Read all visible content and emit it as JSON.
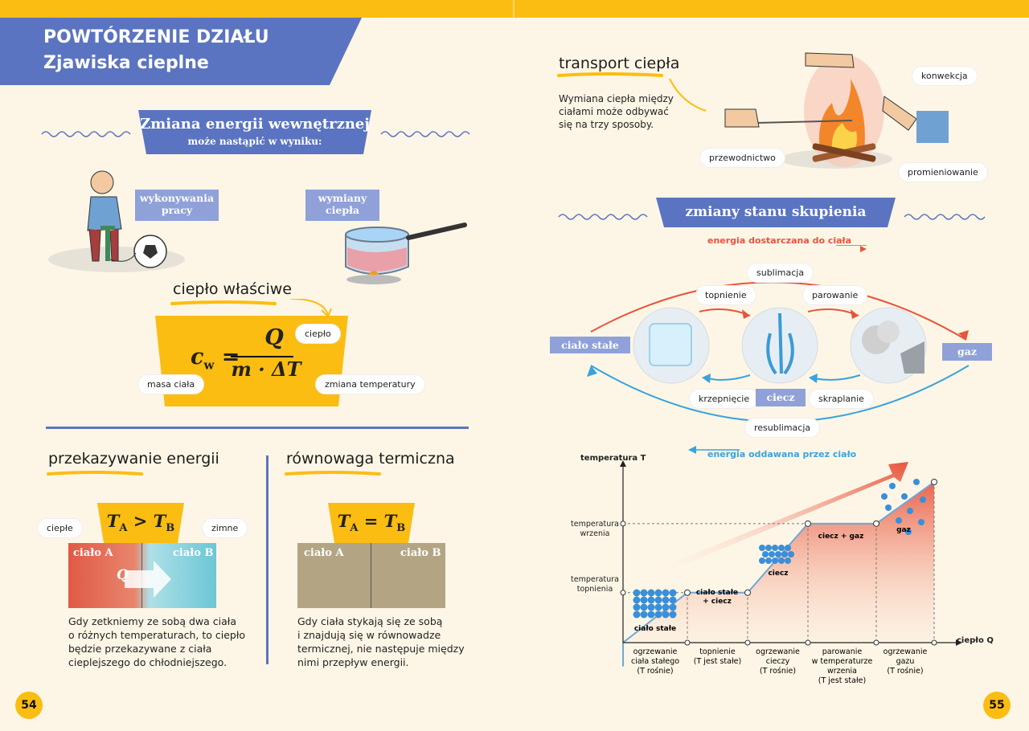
{
  "header": {
    "title_line1": "POWTÓRZENIE DZIAŁU",
    "title_line2": "Zjawiska cieplne"
  },
  "left": {
    "banner1": {
      "title": "Zmiana energii wewnętrznej",
      "subtitle": "może nastąpić w wyniku:"
    },
    "tag_work": "wykonywania pracy",
    "tag_heat": "wymiany ciepła",
    "specific_heat": {
      "heading": "ciepło właściwe",
      "lhs": "c",
      "lhs_sub": "w",
      "numerator": "Q",
      "denominator": "m · ΔT",
      "label_heat": "ciepło",
      "label_mass": "masa ciała",
      "label_temp": "zmiana temperatury"
    },
    "transfer": {
      "heading": "przekazywanie energii",
      "formula_a": "T",
      "formula_a_sub": "A",
      "formula_op": ">",
      "formula_b": "T",
      "formula_b_sub": "B",
      "label_warm": "ciepłe",
      "label_cold": "zimne",
      "body_a": "ciało A",
      "body_b": "ciało B",
      "q": "Q",
      "text": [
        "Gdy zetkniemy ze sobą dwa ciała",
        "o różnych temperaturach, to ciepło",
        "będzie przekazywane z ciała",
        "cieplejszego do chłodniejszego."
      ]
    },
    "equilibrium": {
      "heading": "równowaga termiczna",
      "formula_a": "T",
      "formula_a_sub": "A",
      "formula_op": "=",
      "formula_b": "T",
      "formula_b_sub": "B",
      "body_a": "ciało A",
      "body_b": "ciało B",
      "text": [
        "Gdy ciała stykają się ze sobą",
        "i znajdują się w równowadze",
        "termicznej, nie następuje między",
        "nimi przepływ energii."
      ]
    },
    "page_number": "54"
  },
  "right": {
    "transport": {
      "heading": "transport ciepła",
      "text": [
        "Wymiana ciepła między",
        "ciałami może odbywać",
        "się na trzy sposoby."
      ],
      "convection": "konwekcja",
      "conduction": "przewodnictwo",
      "radiation": "promieniowanie"
    },
    "states": {
      "banner": "zmiany stanu skupienia",
      "energy_in": "energia dostarczana do ciała",
      "energy_out": "energia oddawana przez ciało",
      "sublimation": "sublimacja",
      "melting": "topnienie",
      "evaporation": "parowanie",
      "freezing": "krzepnięcie",
      "condensation": "skraplanie",
      "deposition": "resublimacja",
      "solid": "ciało stałe",
      "liquid": "ciecz",
      "gas": "gaz"
    },
    "chart_data": {
      "type": "line",
      "ylabel": "temperatura T",
      "xlabel": "ciepło Q",
      "y_ticks": [
        "temperatura topnienia",
        "temperatura wrzenia"
      ],
      "x": [
        0,
        1,
        2,
        3,
        4,
        5
      ],
      "y": [
        0.0,
        0.42,
        0.42,
        1.0,
        1.0,
        1.35
      ],
      "segments": [
        {
          "region": "ciało stałe",
          "x_label": [
            "ogrzewanie",
            "ciała stałego",
            "(T rośnie)"
          ]
        },
        {
          "region": "ciało stałe + ciecz",
          "x_label": [
            "topnienie",
            "(T jest stałe)"
          ]
        },
        {
          "region": "ciecz",
          "x_label": [
            "ogrzewanie",
            "cieczy",
            "(T rośnie)"
          ]
        },
        {
          "region": "ciecz + gaz",
          "x_label": [
            "parowanie",
            "w temperaturze",
            "wrzenia",
            "(T jest stałe)"
          ]
        },
        {
          "region": "gaz",
          "x_label": [
            "ogrzewanie",
            "gazu",
            "(T rośnie)"
          ]
        }
      ]
    },
    "page_number": "55"
  },
  "colors": {
    "yellow": "#fbbd12",
    "blue_banner": "#5b74c1",
    "light_blue_tag": "#8fa1d8",
    "red": "#e8543c",
    "blue_arrow": "#3aa3dd"
  }
}
